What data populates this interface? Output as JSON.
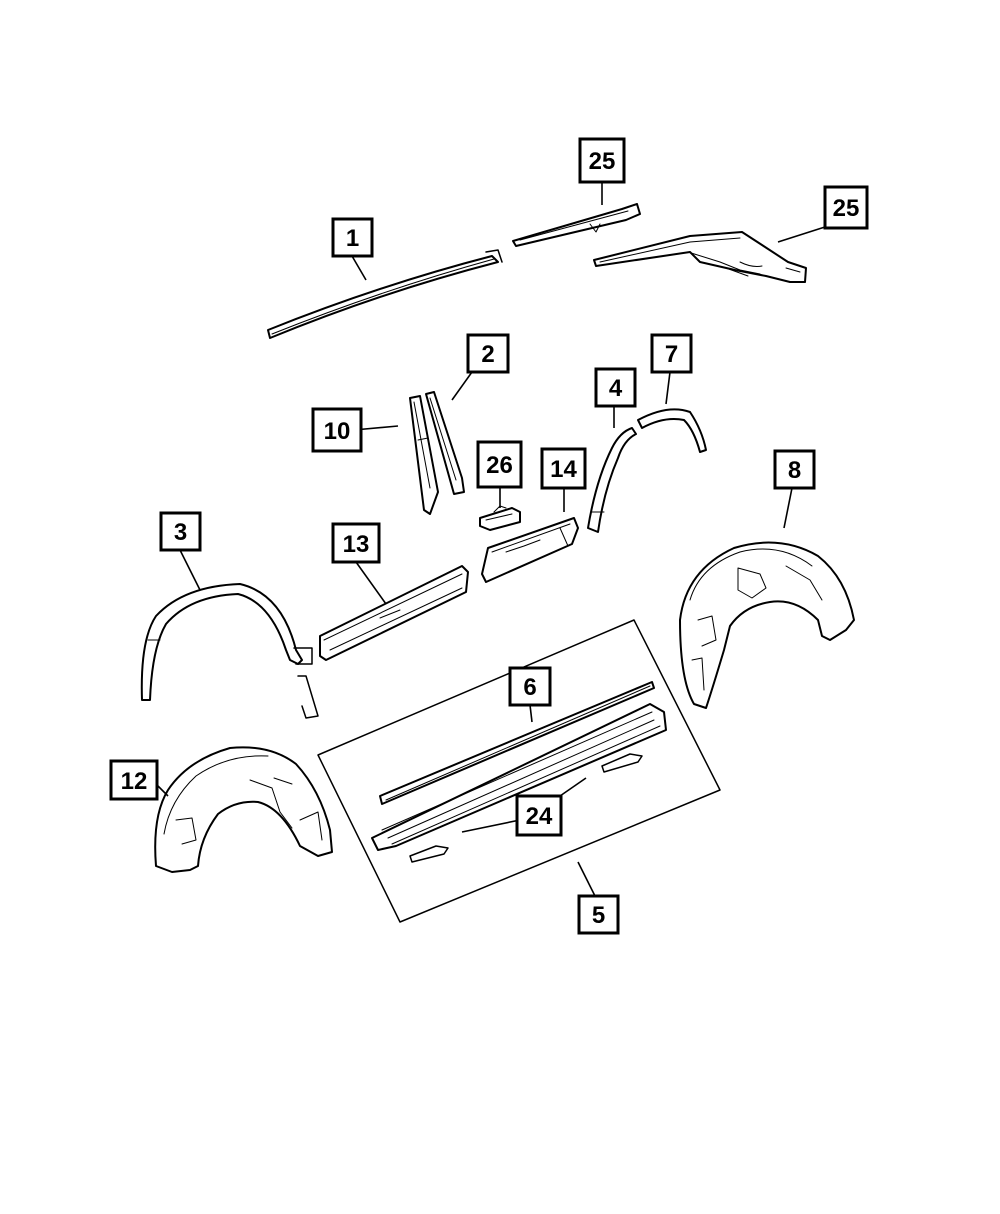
{
  "diagram": {
    "callouts": [
      {
        "id": "c1",
        "label": "1"
      },
      {
        "id": "c2",
        "label": "2"
      },
      {
        "id": "c3",
        "label": "3"
      },
      {
        "id": "c4",
        "label": "4"
      },
      {
        "id": "c5",
        "label": "5"
      },
      {
        "id": "c6",
        "label": "6"
      },
      {
        "id": "c7",
        "label": "7"
      },
      {
        "id": "c8",
        "label": "8"
      },
      {
        "id": "c10",
        "label": "10"
      },
      {
        "id": "c12",
        "label": "12"
      },
      {
        "id": "c13",
        "label": "13"
      },
      {
        "id": "c14",
        "label": "14"
      },
      {
        "id": "c24",
        "label": "24"
      },
      {
        "id": "c25a",
        "label": "25"
      },
      {
        "id": "c25b",
        "label": "25"
      },
      {
        "id": "c26",
        "label": "26"
      }
    ],
    "colors": {
      "line": "#000000",
      "paper": "#ffffff"
    }
  }
}
